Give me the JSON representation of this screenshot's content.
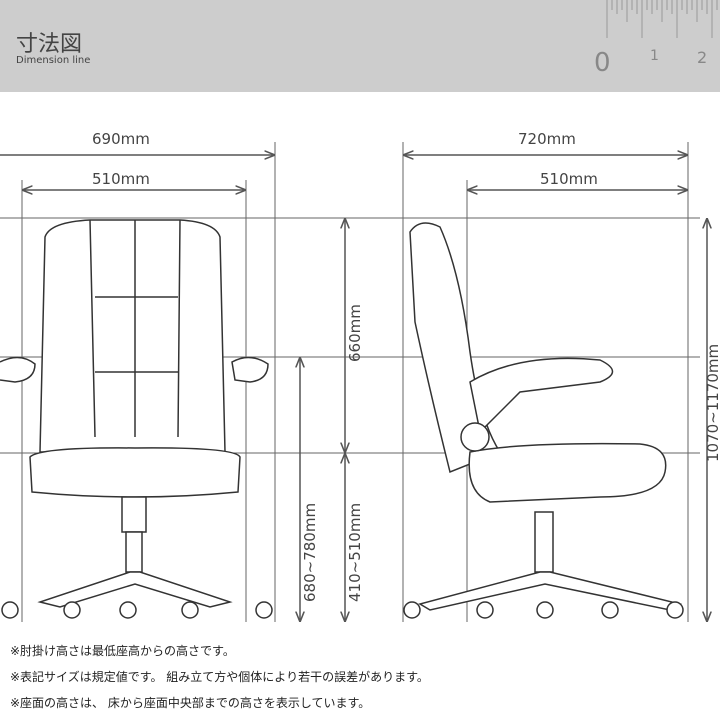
{
  "header": {
    "title": "寸法図",
    "subtitle": "Dimension line",
    "ruler_labels": [
      "0",
      "1",
      "2"
    ]
  },
  "dimensions": {
    "front_width": "690mm",
    "front_seat_width": "510mm",
    "side_depth": "720mm",
    "side_seat_depth": "510mm",
    "back_height": "660mm",
    "armrest_height": "680~780mm",
    "seat_height": "410~510mm",
    "total_height": "1070~1170mm"
  },
  "notes": [
    "※肘掛け高さは最低座高からの高さです。",
    "※表記サイズは規定値です。 組み立て方や個体により若干の誤差があります。",
    "※座面の高さは、 床から座面中央部までの高さを表示しています。"
  ]
}
